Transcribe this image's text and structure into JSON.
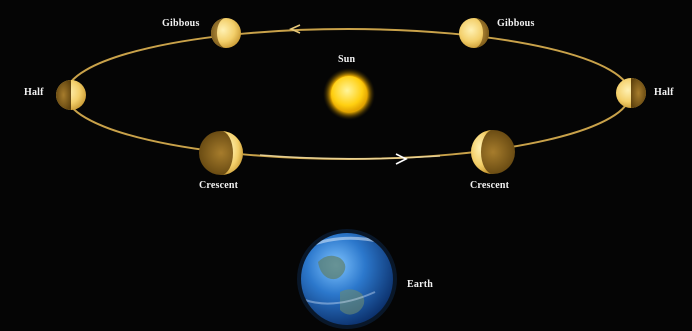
{
  "labels": {
    "sun": "Sun",
    "earth": "Earth",
    "gibbous_left": "Gibbous",
    "gibbous_right": "Gibbous",
    "half_left": "Half",
    "half_right": "Half",
    "crescent_left": "Crescent",
    "crescent_right": "Crescent"
  },
  "colors": {
    "background": "#050505",
    "orbit": "#c9a24a",
    "planet_lit": "#f6d77a",
    "planet_dark": "#7a5a18",
    "sun": "#ffd21a",
    "earth_ocean": "#2f7fd0",
    "label_text": "#f2f2f2"
  }
}
